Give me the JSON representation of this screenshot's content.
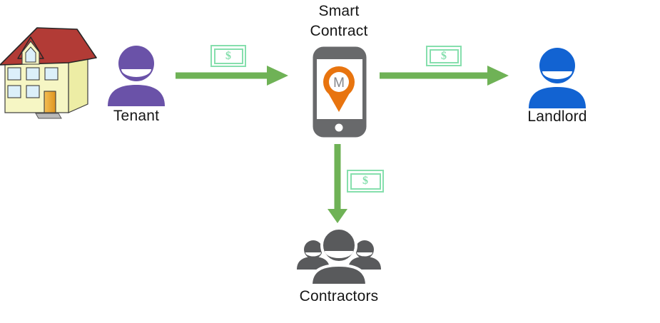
{
  "colors": {
    "arrow_green": "#6FB256",
    "money_green": "#86DFAD",
    "tenant_purple": "#6A52A8",
    "landlord_blue": "#1263D2",
    "contractors_gray": "#595A5C",
    "phone_gray": "#68696B",
    "pin_orange": "#E8740F",
    "text_black": "#161616",
    "roof_red": "#B23B36",
    "wall_yellow": "#F6F6C4",
    "wall_side_yellow": "#EDEDA5",
    "window_blue": "#DCF0FA",
    "door_orange": "#E8A33D",
    "step_gray": "#B9B9B9"
  },
  "nodes": {
    "house": {
      "icon": "house-image"
    },
    "tenant": {
      "label": "Tenant",
      "icon": "person-icon"
    },
    "smart_contract": {
      "label": "Smart Contract",
      "icon": "smartphone-map-pin-icon",
      "pin_letter": "M"
    },
    "landlord": {
      "label": "Landlord",
      "icon": "person-icon"
    },
    "contractors": {
      "label": "Contractors",
      "icon": "people-group-icon"
    }
  },
  "edges": [
    {
      "id": "tenant-to-contract",
      "from": "Tenant",
      "to": "Smart Contract",
      "direction": "right",
      "money_symbol": "$"
    },
    {
      "id": "contract-to-landlord",
      "from": "Smart Contract",
      "to": "Landlord",
      "direction": "right",
      "money_symbol": "$"
    },
    {
      "id": "contract-to-contractors",
      "from": "Smart Contract",
      "to": "Contractors",
      "direction": "down",
      "money_symbol": "$"
    }
  ]
}
